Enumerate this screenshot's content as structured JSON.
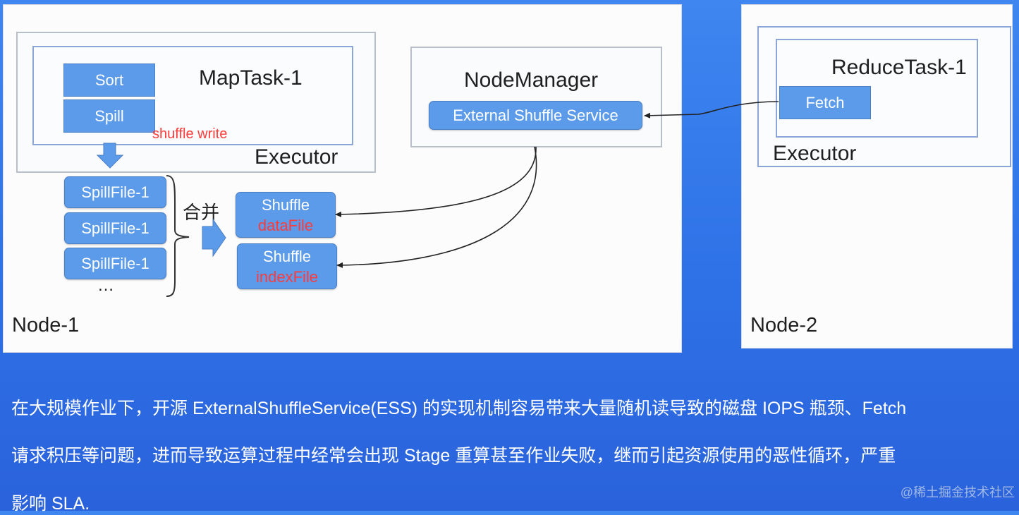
{
  "node1": {
    "label": "Node-1",
    "executor": {
      "label": "Executor",
      "maptask": {
        "title": "MapTask-1",
        "sort": "Sort",
        "spill": "Spill",
        "shuffle_write": "shuffle write"
      }
    },
    "spill_files": [
      "SpillFile-1",
      "SpillFile-1",
      "SpillFile-1"
    ],
    "ellipsis": "…",
    "merge_label": "合并",
    "shuffle_data": {
      "top": "Shuffle",
      "bottom": "dataFile"
    },
    "shuffle_index": {
      "top": "Shuffle",
      "bottom": "indexFile"
    },
    "nodemanager": {
      "title": "NodeManager",
      "service": "External Shuffle Service"
    }
  },
  "node2": {
    "label": "Node-2",
    "executor_label": "Executor",
    "reducetask": {
      "title": "ReduceTask-1",
      "fetch": "Fetch"
    }
  },
  "caption": {
    "line1": "在大规模作业下，开源 ExternalShuffleService(ESS) 的实现机制容易带来大量随机读导致的磁盘 IOPS 瓶颈、Fetch",
    "line2": "请求积压等问题，进而导致运算过程中经常会出现 Stage 重算甚至作业失败，继而引起资源使用的恶性循环，严重",
    "line3": "影响 SLA."
  },
  "watermark": "@稀土掘金技术社区",
  "colors": {
    "box_blue": "#5b9bea",
    "red_text": "#ff3b3b",
    "background": "#2f73e8"
  }
}
